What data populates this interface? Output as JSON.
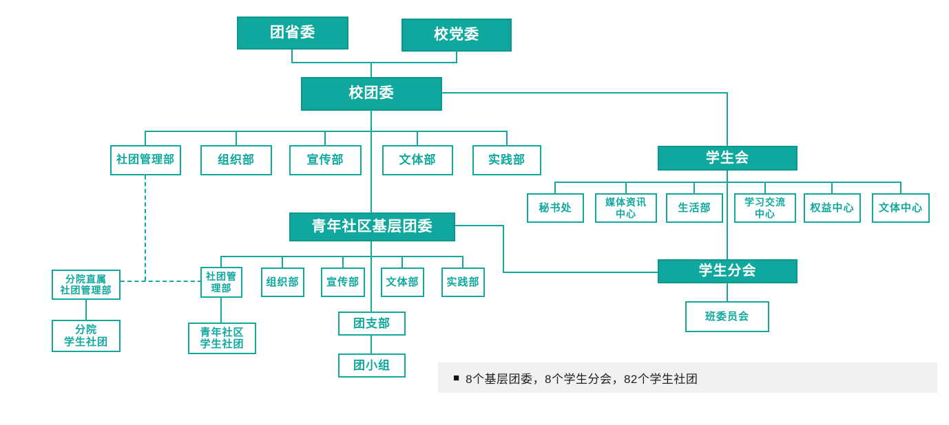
{
  "colors": {
    "accent": "#10a89e",
    "accent_dark": "#0c968d",
    "caption_bg": "#f1f1f1",
    "caption_text": "#1d1d1d"
  },
  "org": {
    "provincial_league": "团省委",
    "school_party": "校党委",
    "school_league": "校团委",
    "school_league_depts": [
      "社团管理部",
      "组织部",
      "宣传部",
      "文体部",
      "实践部"
    ],
    "student_union": "学生会",
    "student_union_depts": [
      "秘书处",
      "媒体资讯\n中心",
      "生活部",
      "学习交流\n中心",
      "权益中心",
      "文体中心"
    ],
    "community_league": "青年社区基层团委",
    "community_league_depts": [
      "社团管\n理部",
      "组织部",
      "宣传部",
      "文体部",
      "实践部"
    ],
    "league_branch": "团支部",
    "league_group": "团小组",
    "student_branch": "学生分会",
    "class_committee": "班委员会",
    "branch_club_dept": "分院直属\n社团管理部",
    "branch_clubs": "分院\n学生社团",
    "community_clubs": "青年社区\n学生社团"
  },
  "caption": {
    "bullet": "■",
    "text": "8个基层团委，8个学生分会，82个学生社团"
  }
}
